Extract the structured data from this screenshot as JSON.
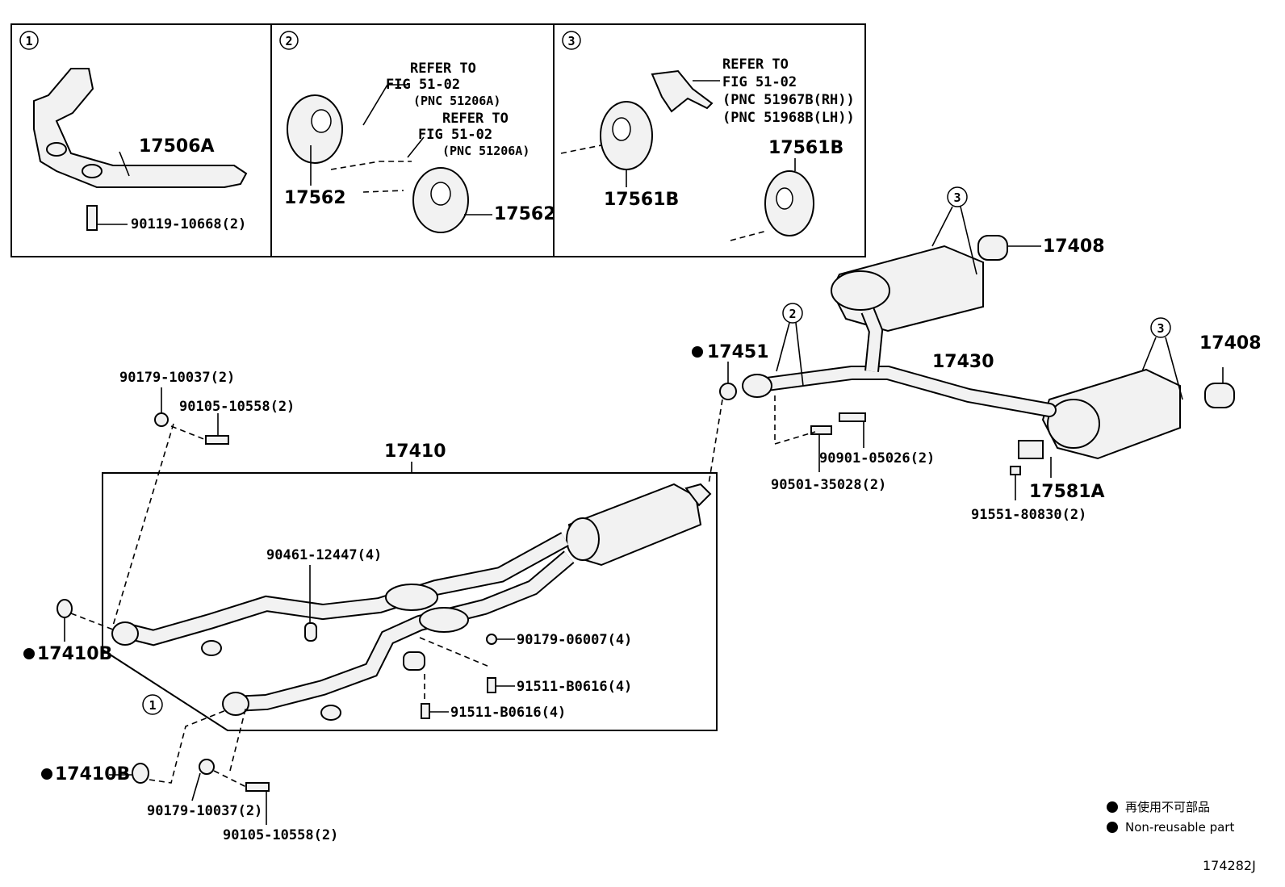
{
  "diagram_id": "174282J",
  "panels": [
    {
      "number": "1",
      "labels": [
        "17506A",
        "90119-10668(2)"
      ]
    },
    {
      "number": "2",
      "refer1": [
        "REFER TO",
        "FIG 51-02",
        "(PNC 51206A)"
      ],
      "refer2": [
        "REFER TO",
        "FIG 51-02",
        "(PNC 51206A)"
      ],
      "labels": [
        "17562",
        "17562"
      ]
    },
    {
      "number": "3",
      "refer": [
        "REFER TO",
        "FIG 51-02",
        "(PNC 51967B(RH))",
        "(PNC 51968B(LH))"
      ],
      "labels": [
        "17561B",
        "17561B"
      ]
    }
  ],
  "callouts": {
    "c1": "1",
    "c2": "2",
    "c3": "3"
  },
  "parts": {
    "p17410": "17410",
    "p17410B_a": "17410B",
    "p17410B_b": "17410B",
    "p17451": "17451",
    "p17430": "17430",
    "p17408_a": "17408",
    "p17408_b": "17408",
    "p17581A": "17581A",
    "p90179_10037_a": "90179-10037(2)",
    "p90105_10558_a": "90105-10558(2)",
    "p90179_10037_b": "90179-10037(2)",
    "p90105_10558_b": "90105-10558(2)",
    "p90461": "90461-12447(4)",
    "p90179_06007": "90179-06007(4)",
    "p91511_a": "91511-B0616(4)",
    "p91511_b": "91511-B0616(4)",
    "p90901": "90901-05026(2)",
    "p90501": "90501-35028(2)",
    "p91551": "91551-80830(2)"
  },
  "legend": {
    "jp": "再使用不可部品",
    "en": "Non-reusable part"
  }
}
